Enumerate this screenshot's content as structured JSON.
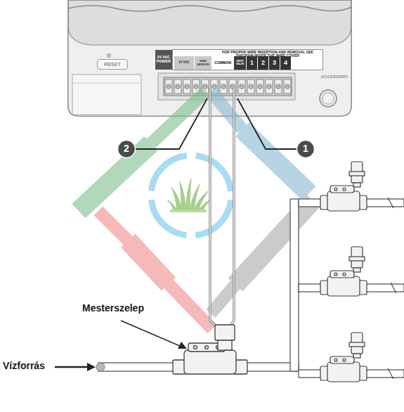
{
  "diagram": {
    "nodes": [
      {
        "text": [
          "RESET"
        ]
      },
      {
        "text": [
          "24 VAC POWER"
        ]
      },
      {
        "text": [
          "FOR PROPER WIRE INSERTION AND REMOVAL SEE DIAGRAM INSIDE THE WIRE COVER"
        ]
      },
      {
        "text": [
          "24 VAC"
        ],
        "in": 2
      },
      {
        "text": [
          "RAIN SENSOR"
        ],
        "in": 2
      },
      {
        "text": [
          "COMMON"
        ],
        "in": 2
      },
      {
        "text": [
          "MSTR VALVE"
        ],
        "in": 2
      },
      {
        "text": [
          "1"
        ],
        "in": 2
      },
      {
        "text": [
          "2"
        ],
        "in": 2
      },
      {
        "text": [
          "3"
        ],
        "in": 2
      },
      {
        "text": [
          "4"
        ],
        "in": 2
      }
    ],
    "labels": [
      "ACCESSORY",
      "2",
      "1",
      "Mesterszelep",
      "Vízforrás"
    ]
  }
}
